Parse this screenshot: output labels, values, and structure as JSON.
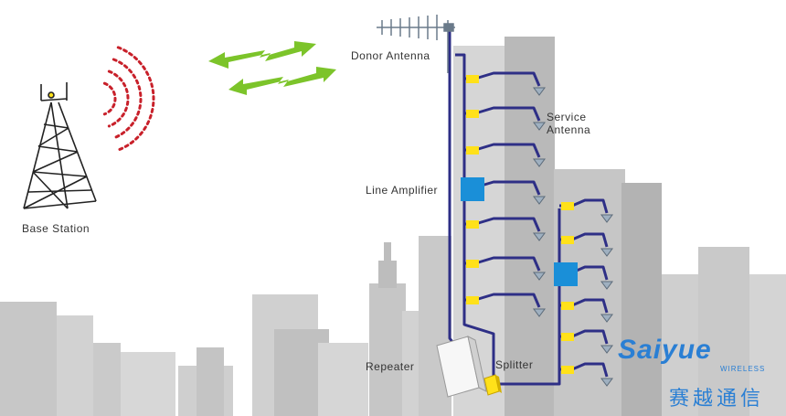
{
  "labels": {
    "donor_antenna": "Donor Antenna",
    "service_antenna": "Service\nAntenna",
    "line_amplifier": "Line Amplifier",
    "base_station": "Base Station",
    "repeater": "Repeater",
    "splitter": "Splitter"
  },
  "brand": {
    "name": "Saiyue",
    "sub": "WIRELESS",
    "chinese": "赛越通信",
    "color": "#2a7fd4"
  },
  "colors": {
    "cable": "#2e2f86",
    "coupler": "#ffe11a",
    "amplifier": "#1a8fd8",
    "building_dark": "#bcbcbc",
    "building_light": "#d4d4d4",
    "signal_wave": "#c8202a",
    "wireless_arrow": "#7cc42a"
  },
  "icons": {
    "tower": "base-station-tower-icon",
    "donor": "yagi-antenna-icon",
    "service": "service-antenna-icon",
    "arrow": "bidirectional-arrow-icon"
  }
}
